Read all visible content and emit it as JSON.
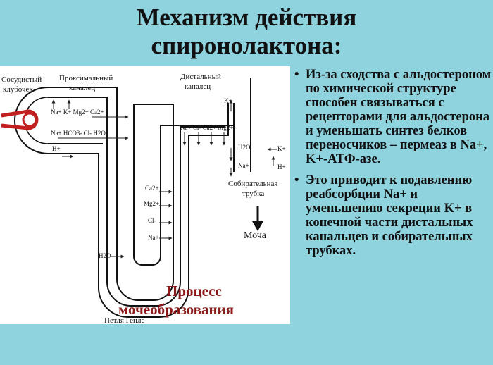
{
  "slide": {
    "title_line1": "Механизм действия",
    "title_line2": "спиронолактона:"
  },
  "diagram": {
    "labels": {
      "glomerulus_line1": "Сосудистый",
      "glomerulus_line2": "клубочек",
      "proximal_line1": "Проксимальный",
      "proximal_line2": "каналец",
      "distal_line1": "Дистальный",
      "distal_line2": "каналец",
      "collecting_line1": "Собирательная",
      "collecting_line2": "трубка",
      "urine": "Моча",
      "loop": "Петля Генле",
      "process_line1": "Процесс",
      "process_line2": "мочеобразования"
    },
    "ions": {
      "prox_row1": "Na+ K+ Mg2+ Ca2+",
      "prox_row2": "Na+ HCO3- Cl- H2O",
      "prox_h": "H+",
      "distal_row": "Na+ Cl- Ca2+ Mg2+",
      "distal_k": "K+",
      "collect_h2o": "H2O",
      "collect_na": "Na+",
      "collect_k": "K+",
      "collect_h": "H+",
      "loop_ca": "Ca2+",
      "loop_mg": "Mg2+",
      "loop_cl": "Cl-",
      "loop_na": "Na+",
      "loop_h2o": "H2O"
    }
  },
  "bullets": [
    {
      "marker": "•",
      "text": "Из-за сходства с альдостероном по химической структуре способен связываться с рецепторами для альдостерона и уменьшать синтез белков переносчиков – пермеаз в Na+, K+-АТФ-азе."
    },
    {
      "marker": "•",
      "text": "Это приводит к подавлению реабсорбции Na+ и уменьшению секреции K+ в конечной части дистальных канальцев и собирательных трубках."
    }
  ]
}
